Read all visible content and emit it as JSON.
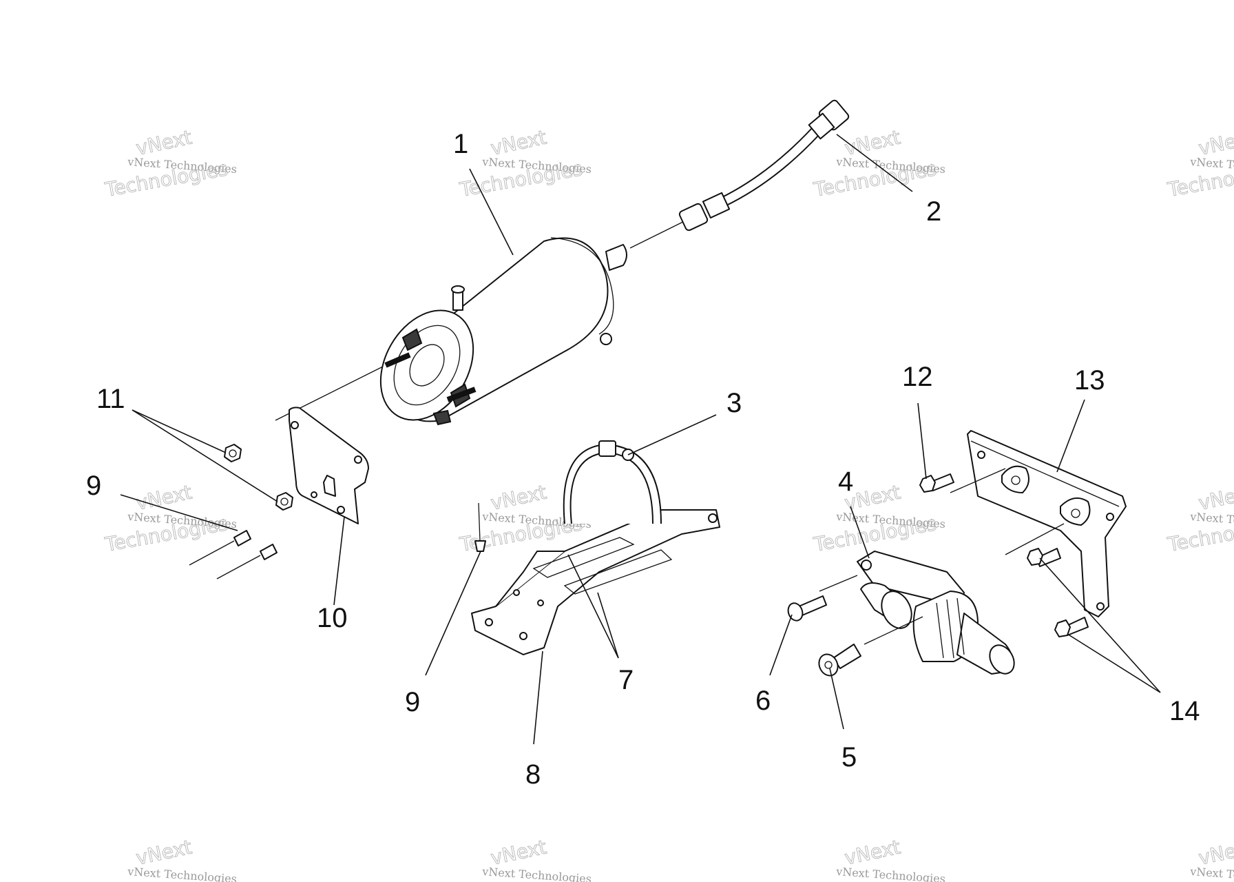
{
  "diagram": {
    "callouts": [
      {
        "id": "c1",
        "label": "1"
      },
      {
        "id": "c2",
        "label": "2"
      },
      {
        "id": "c3",
        "label": "3"
      },
      {
        "id": "c4",
        "label": "4"
      },
      {
        "id": "c5",
        "label": "5"
      },
      {
        "id": "c6",
        "label": "6"
      },
      {
        "id": "c7",
        "label": "7"
      },
      {
        "id": "c8",
        "label": "8"
      },
      {
        "id": "c9a",
        "label": "9"
      },
      {
        "id": "c9b",
        "label": "9"
      },
      {
        "id": "c10",
        "label": "10"
      },
      {
        "id": "c11",
        "label": "11"
      },
      {
        "id": "c12",
        "label": "12"
      },
      {
        "id": "c13",
        "label": "13"
      },
      {
        "id": "c14",
        "label": "14"
      }
    ],
    "watermark": {
      "line1": "vNext",
      "line2": "vNext Technologies",
      "line3": "Technologies"
    }
  }
}
